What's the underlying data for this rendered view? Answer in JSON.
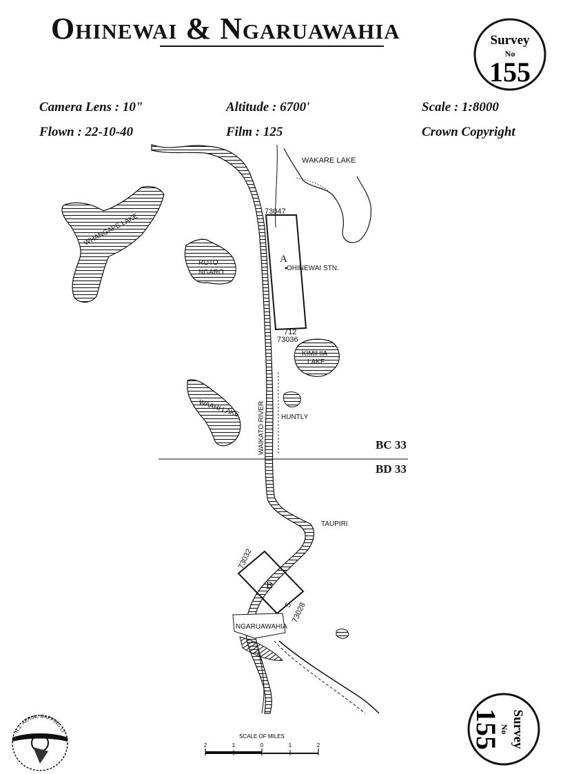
{
  "title": "Ohinewai & Ngaruawahia",
  "survey_badge": {
    "line1": "Survey",
    "line2": "No",
    "number": "155"
  },
  "meta": {
    "camera_lens": "Camera Lens : 10\"",
    "altitude": "Altitude : 6700'",
    "scale": "Scale : 1:8000",
    "flown": "Flown : 22-10-40",
    "film": "Film : 125",
    "copyright": "Crown Copyright"
  },
  "grid_labels": {
    "upper": "BC 33",
    "lower": "BD 33"
  },
  "places": {
    "wakare_lake": "WAKARE LAKE",
    "whangape_lake": "WHANGAPE LAKE",
    "roto": "ROTO",
    "ngaro": "NGARO",
    "ohinewai_stn": "OHINEWAI STN.",
    "kimihia": "KIMIHIA",
    "kimihia_lake": "LAKE",
    "waahi_lake": "WAAHI LAKE",
    "waikato_river": "WAIKATO RIVER",
    "huntly": "HUNTLY",
    "taupiri": "TAUPIRI",
    "ngaruawahia": "NGARUAWAHIA"
  },
  "photo_runs": {
    "a": {
      "letter": "A",
      "start": "73047",
      "end": "73036",
      "mid": "712"
    },
    "b": {
      "letter": "B",
      "start": "73032",
      "end": "73028",
      "mid": "5"
    }
  },
  "scale_bar": {
    "label": "SCALE OF MILES",
    "ticks": [
      "2",
      "1",
      "0",
      "1",
      "2"
    ]
  },
  "logo": {
    "text": "N.Z. AERIAL MAPPING LTD."
  }
}
